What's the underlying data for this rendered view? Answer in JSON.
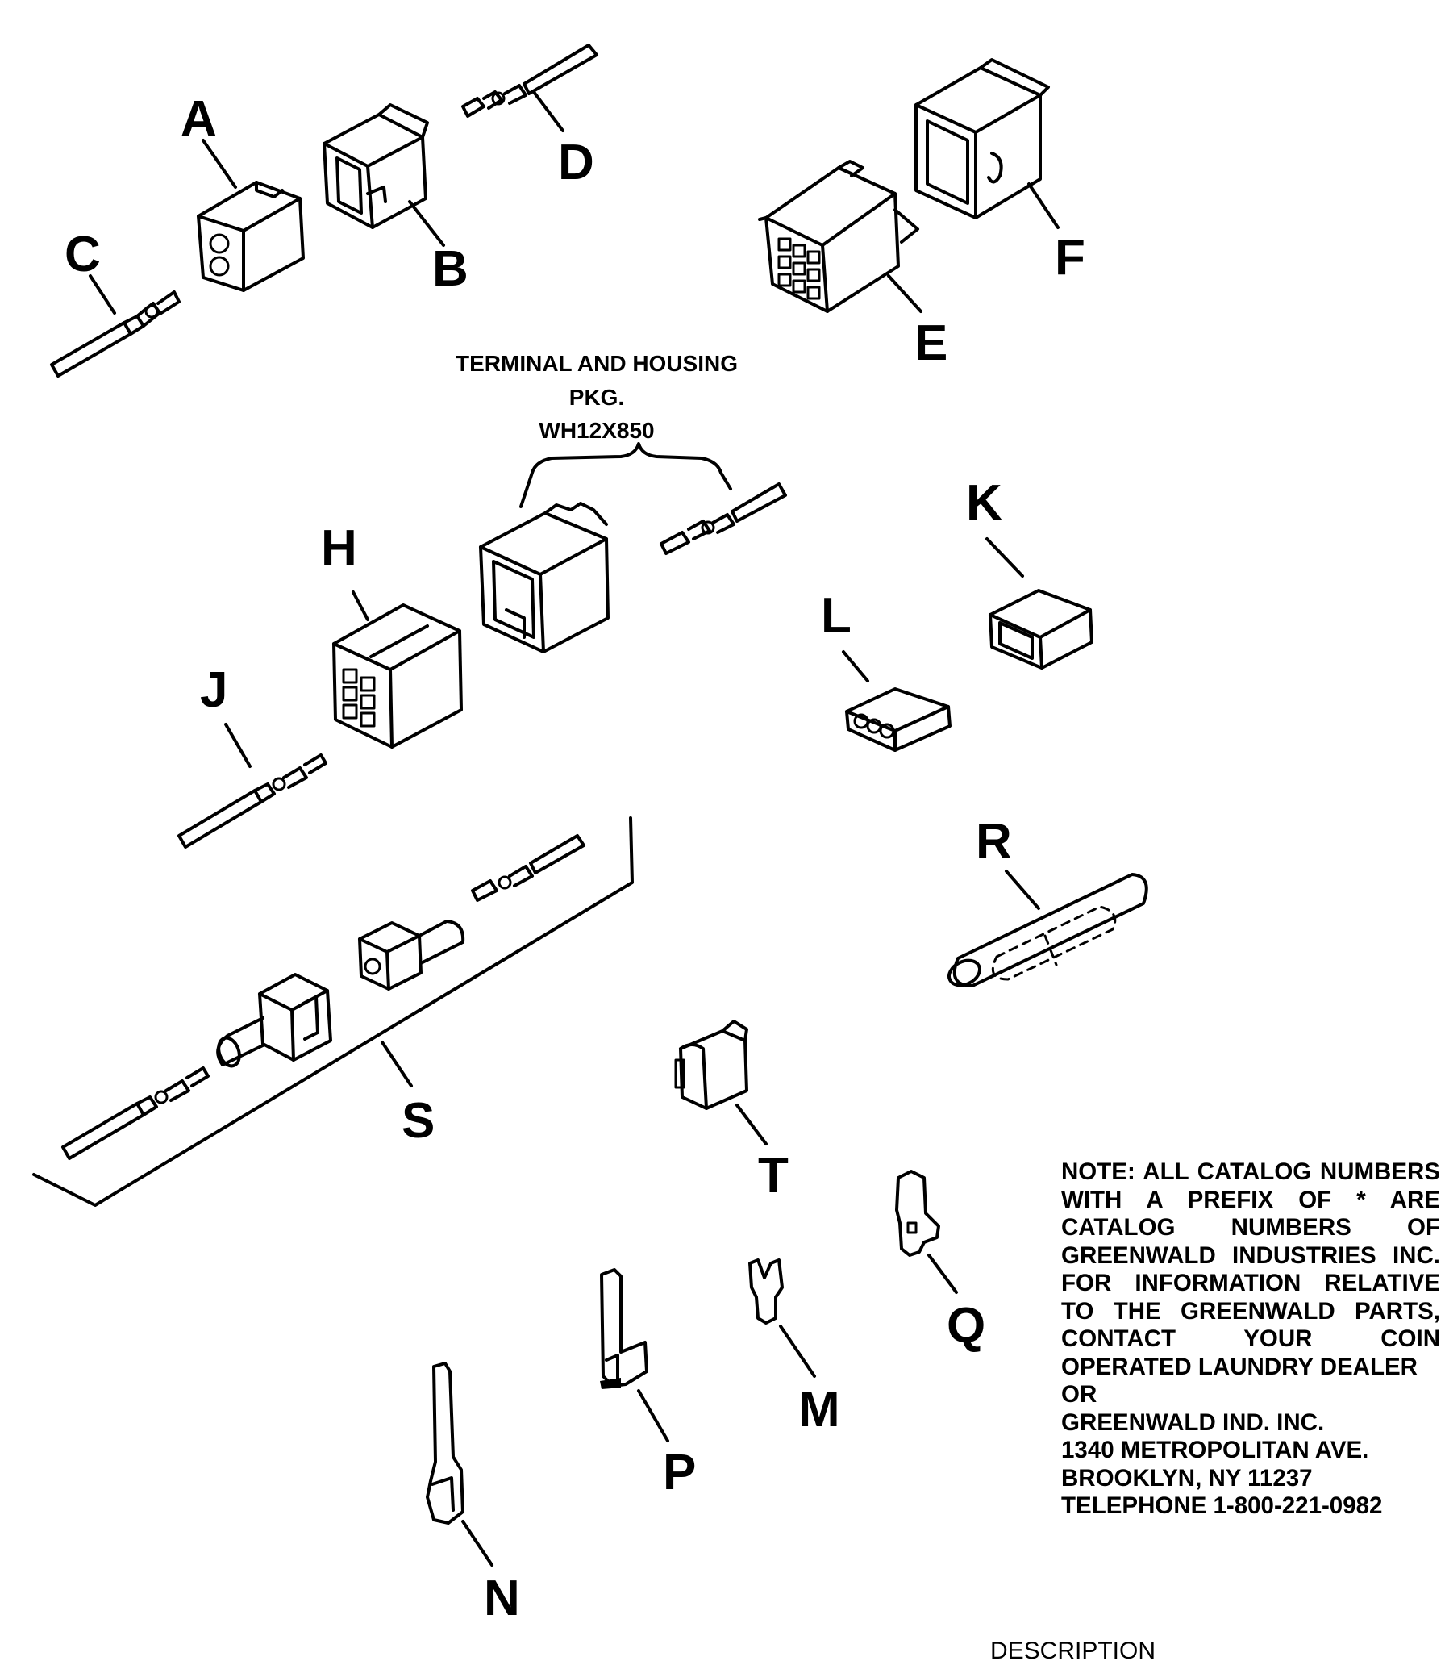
{
  "labels": {
    "A": "A",
    "B": "B",
    "C": "C",
    "D": "D",
    "E": "E",
    "F": "F",
    "H": "H",
    "J": "J",
    "K": "K",
    "L": "L",
    "R": "R",
    "S": "S",
    "T": "T",
    "Q": "Q",
    "M": "M",
    "P": "P",
    "N": "N"
  },
  "package_caption": {
    "line1": "TERMINAL AND HOUSING",
    "line2": "PKG.",
    "line3": "WH12X850"
  },
  "note": {
    "body": "NOTE: ALL CATALOG NUMBERS WITH A PREFIX OF * ARE CATALOG NUMBERS OF GREENWALD INDUSTRIES INC. FOR INFORMATION RELATIVE TO THE GREENWALD PARTS, CONTACT YOUR COIN OPERATED LAUNDRY DEALER",
    "or": "OR",
    "company": "GREENWALD IND. INC.",
    "street": "1340 METROPOLITAN AVE.",
    "city": "BROOKLYN, NY 11237",
    "telephone": "TELEPHONE 1-800-221-0982"
  },
  "footer_heading": "DESCRIPTION"
}
